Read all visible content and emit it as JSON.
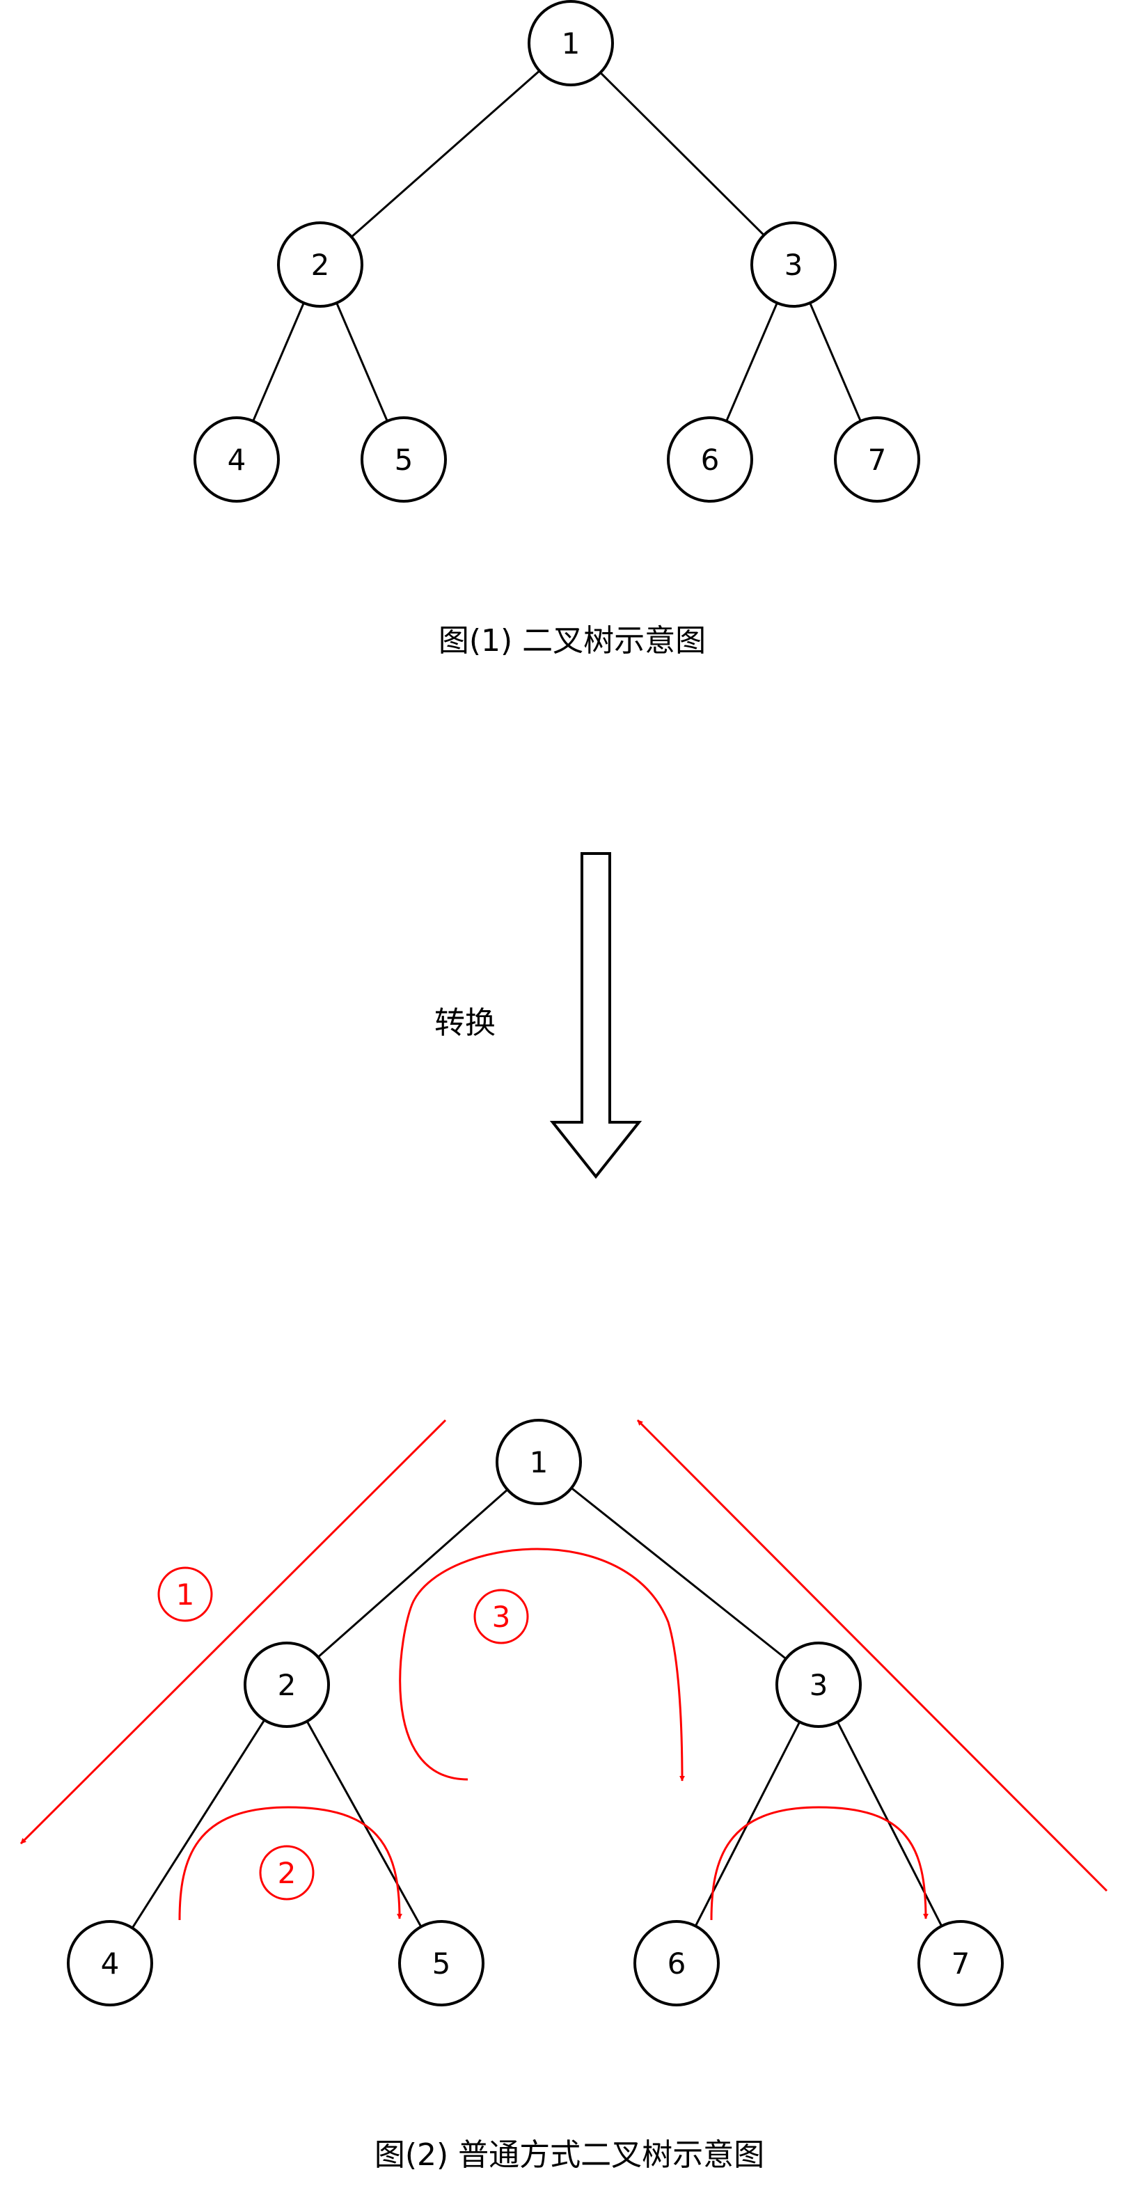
{
  "diagram1": {
    "caption": "图(1)    二叉树示意图",
    "nodes": [
      {
        "id": "1",
        "label": "1"
      },
      {
        "id": "2",
        "label": "2"
      },
      {
        "id": "3",
        "label": "3"
      },
      {
        "id": "4",
        "label": "4"
      },
      {
        "id": "5",
        "label": "5"
      },
      {
        "id": "6",
        "label": "6"
      },
      {
        "id": "7",
        "label": "7"
      }
    ],
    "edges": [
      [
        "1",
        "2"
      ],
      [
        "1",
        "3"
      ],
      [
        "2",
        "4"
      ],
      [
        "2",
        "5"
      ],
      [
        "3",
        "6"
      ],
      [
        "3",
        "7"
      ]
    ]
  },
  "transform": {
    "label": "转换"
  },
  "diagram2": {
    "caption": "图(2)    普通方式二叉树示意图",
    "nodes": [
      {
        "id": "1",
        "label": "1"
      },
      {
        "id": "2",
        "label": "2"
      },
      {
        "id": "3",
        "label": "3"
      },
      {
        "id": "4",
        "label": "4"
      },
      {
        "id": "5",
        "label": "5"
      },
      {
        "id": "6",
        "label": "6"
      },
      {
        "id": "7",
        "label": "7"
      }
    ],
    "edges": [
      [
        "1",
        "2"
      ],
      [
        "1",
        "3"
      ],
      [
        "2",
        "4"
      ],
      [
        "2",
        "5"
      ],
      [
        "3",
        "6"
      ],
      [
        "3",
        "7"
      ]
    ],
    "markers": [
      {
        "id": "m1",
        "label": "1"
      },
      {
        "id": "m2",
        "label": "2"
      },
      {
        "id": "m3",
        "label": "3"
      }
    ],
    "accent_color": "#ff0000"
  }
}
